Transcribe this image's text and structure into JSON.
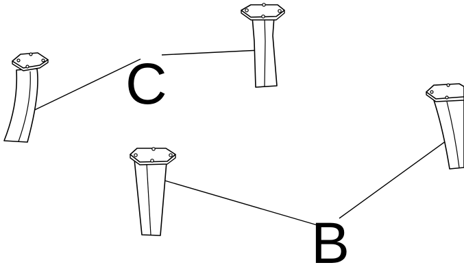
{
  "diagram": {
    "labels": {
      "c": "C",
      "b": "B"
    },
    "colors": {
      "line": "#000000",
      "background": "#ffffff"
    },
    "parts": [
      "leg-top-center",
      "leg-left",
      "leg-front",
      "leg-right"
    ]
  }
}
